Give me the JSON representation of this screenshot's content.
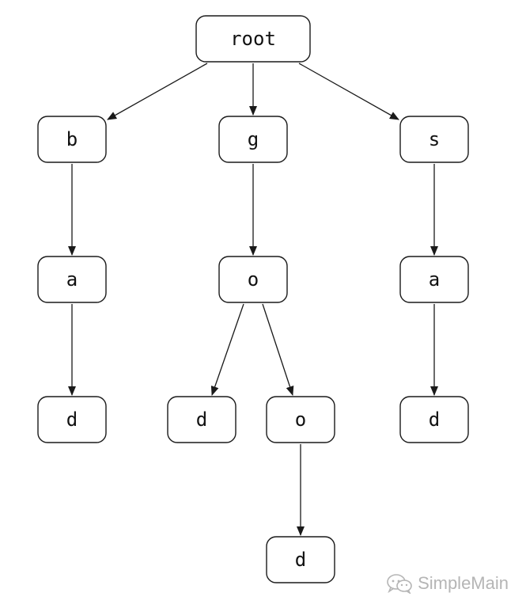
{
  "diagram": {
    "nodes": [
      {
        "id": "root",
        "label": "root"
      },
      {
        "id": "b",
        "label": "b"
      },
      {
        "id": "g",
        "label": "g"
      },
      {
        "id": "s",
        "label": "s"
      },
      {
        "id": "ba",
        "label": "a"
      },
      {
        "id": "go",
        "label": "o"
      },
      {
        "id": "sa",
        "label": "a"
      },
      {
        "id": "bad",
        "label": "d"
      },
      {
        "id": "god",
        "label": "d"
      },
      {
        "id": "goo",
        "label": "o"
      },
      {
        "id": "sad",
        "label": "d"
      },
      {
        "id": "good",
        "label": "d"
      }
    ],
    "edges": [
      {
        "from": "root",
        "to": "b"
      },
      {
        "from": "root",
        "to": "g"
      },
      {
        "from": "root",
        "to": "s"
      },
      {
        "from": "b",
        "to": "ba"
      },
      {
        "from": "ba",
        "to": "bad"
      },
      {
        "from": "g",
        "to": "go"
      },
      {
        "from": "go",
        "to": "god"
      },
      {
        "from": "go",
        "to": "goo"
      },
      {
        "from": "goo",
        "to": "good"
      },
      {
        "from": "s",
        "to": "sa"
      },
      {
        "from": "sa",
        "to": "sad"
      }
    ]
  },
  "watermark": {
    "text": "SimpleMain",
    "icon": "wechat-icon",
    "color": "#b5b5b5"
  }
}
